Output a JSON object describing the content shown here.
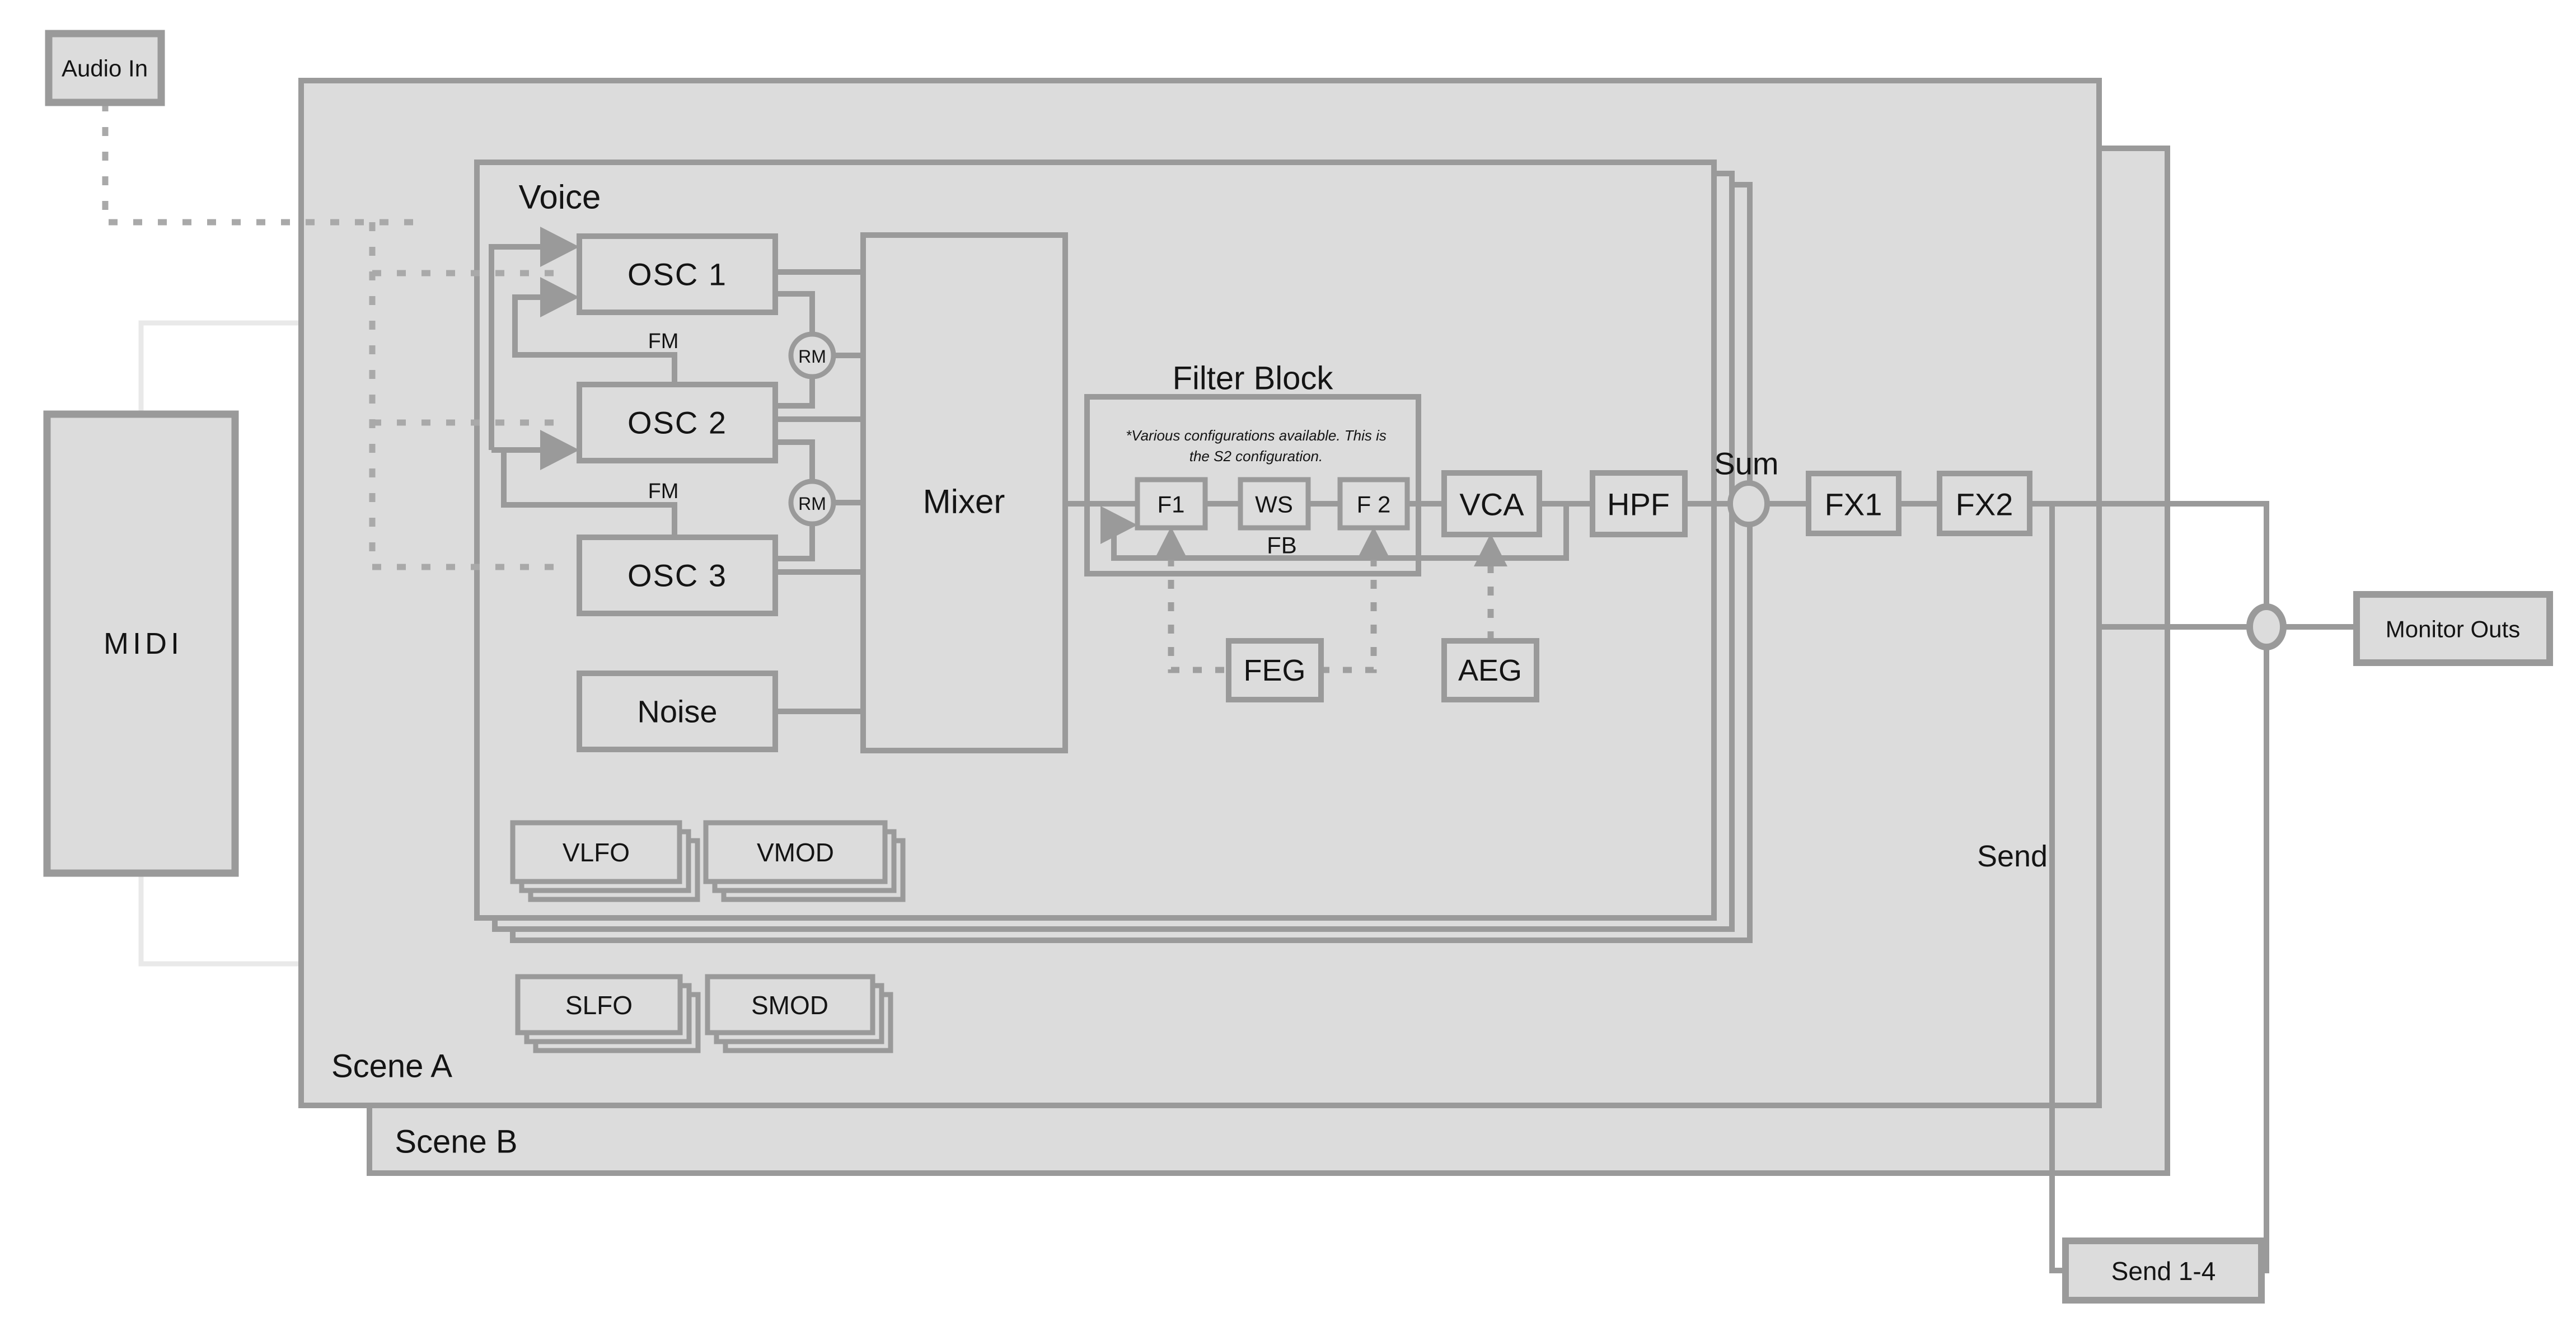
{
  "colors": {
    "background": "#ffffff",
    "box_fill": "#dcdcdc",
    "line": "#9a9a9a",
    "dotted_line": "#a9a9a9",
    "midi_line": "#e9e9e9",
    "text": "#141414"
  },
  "io": {
    "audio_in": "Audio In",
    "midi": "MIDI",
    "monitor_outs": "Monitor Outs",
    "send_bus": "Send 1-4"
  },
  "scenes": {
    "scene_a": "Scene A",
    "scene_b": "Scene B",
    "send": "Send",
    "sum": "Sum",
    "fx1": "FX1",
    "fx2": "FX2",
    "slfo": "SLFO",
    "smod": "SMOD"
  },
  "voice": {
    "label": "Voice",
    "osc1": "OSC 1",
    "osc2": "OSC 2",
    "osc3": "OSC 3",
    "noise": "Noise",
    "mixer": "Mixer",
    "fm": "FM",
    "rm": "RM",
    "vca": "VCA",
    "hpf": "HPF",
    "feg": "FEG",
    "aeg": "AEG",
    "vlfo": "VLFO",
    "vmod": "VMOD",
    "filter_block": {
      "title": "Filter Block",
      "note_line1": "*Various configurations available. This is",
      "note_line2": "the S2 configuration.",
      "f1": "F1",
      "ws": "WS",
      "f2": "F 2",
      "fb": "FB"
    }
  }
}
